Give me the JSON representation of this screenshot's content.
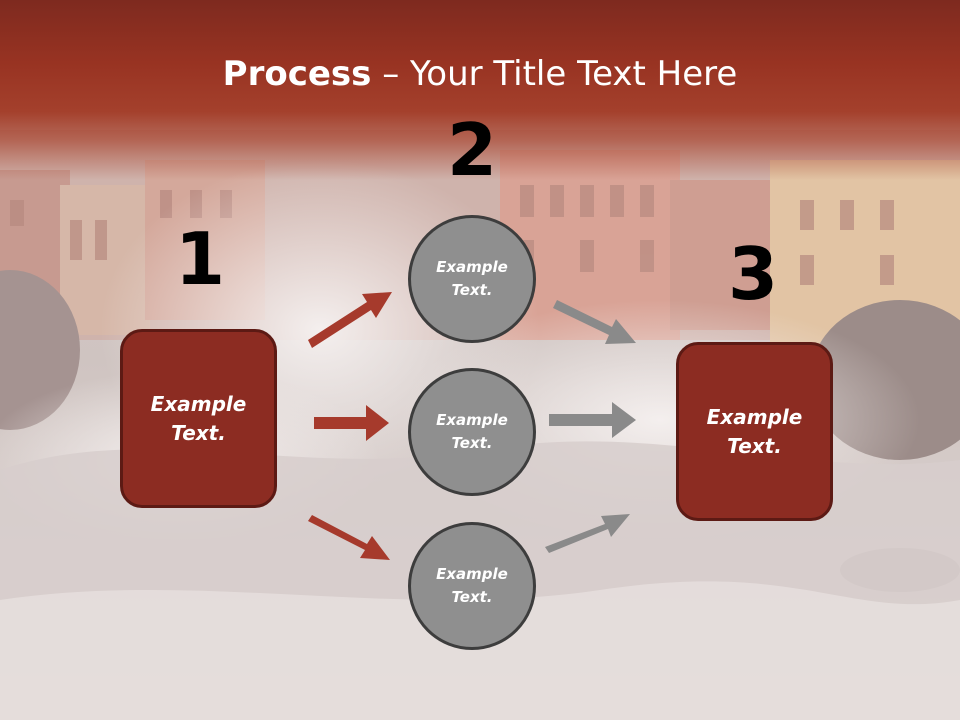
{
  "slide": {
    "title_bold": "Process",
    "title_separator": " – ",
    "title_rest": "Your Title Text Here"
  },
  "steps": {
    "step1": {
      "number": "1",
      "text": "Example\nText."
    },
    "step2": {
      "number": "2",
      "items": [
        "Example\nText.",
        "Example\nText.",
        "Example\nText."
      ]
    },
    "step3": {
      "number": "3",
      "text": "Example\nText."
    }
  },
  "colors": {
    "title_band": "#983322",
    "box_fill": "#8c2c22",
    "box_border": "#5c1a14",
    "circle_fill": "#8f8f8f",
    "circle_border": "#3d3d3d",
    "red_arrow": "#a63a2c",
    "gray_arrow": "#8a8a8a"
  }
}
